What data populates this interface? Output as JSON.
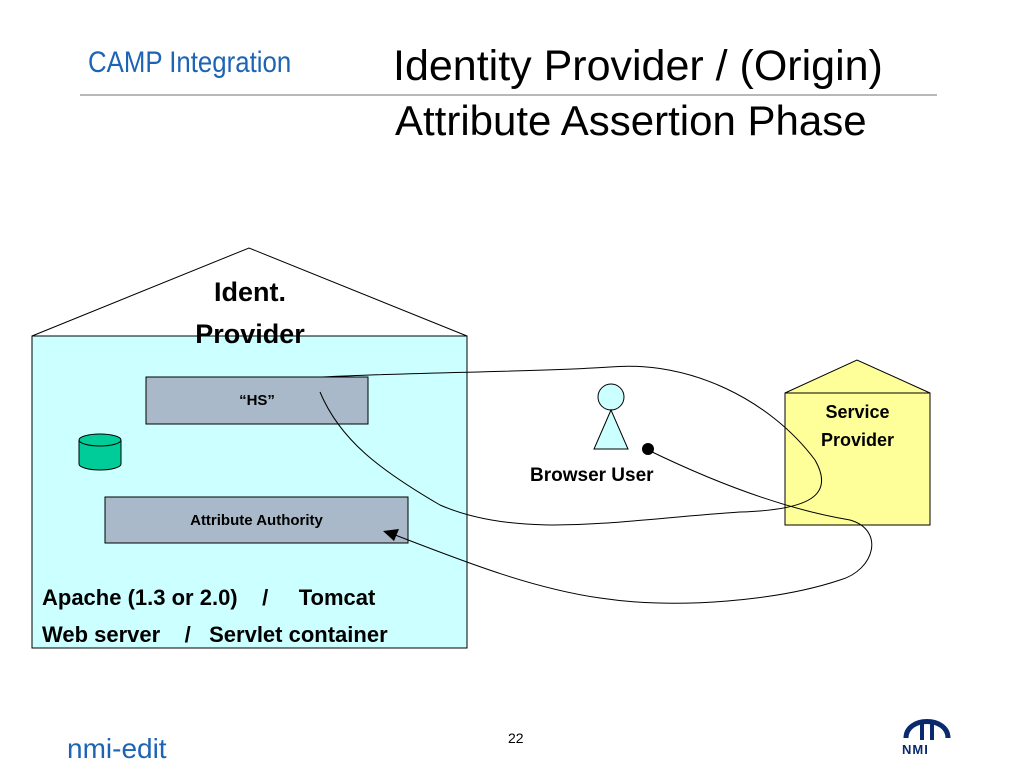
{
  "header": {
    "org": "CAMP Integration",
    "title_line1": "Identity Provider / (Origin)",
    "title_line2": "Attribute Assertion Phase"
  },
  "identity_provider": {
    "label_line1": "Ident.",
    "label_line2": "Provider",
    "hs_label": "“HS”",
    "attribute_authority_label": "Attribute Authority",
    "server_line1": "Apache (1.3 or 2.0)    /     Tomcat",
    "server_line2": "Web server    /   Servlet container"
  },
  "service_provider": {
    "label_line1": "Service",
    "label_line2": "Provider"
  },
  "browser_user": {
    "label": "Browser User"
  },
  "footer": {
    "page_number": "22",
    "brand": "nmi-edit",
    "logo_text": "NMI"
  },
  "colors": {
    "idp_fill": "#ccffff",
    "component_fill": "#a9b9c9",
    "database_fill": "#00cc99",
    "sp_fill": "#ffff99",
    "brand_blue": "#1d64b4"
  }
}
